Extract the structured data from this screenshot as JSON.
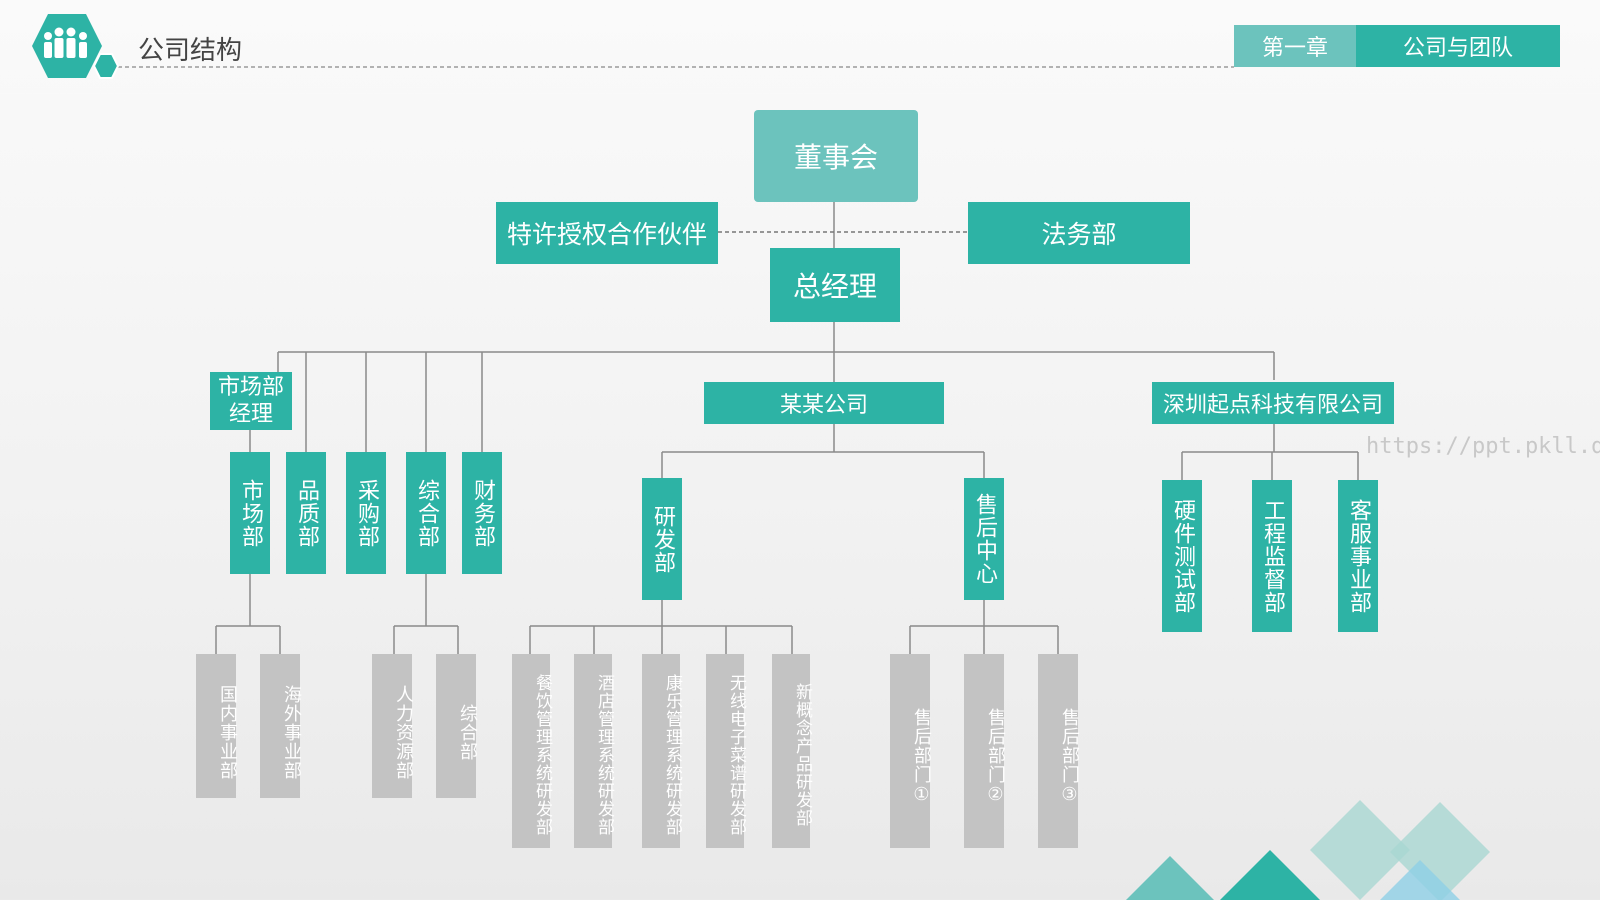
{
  "header": {
    "title": "公司结构",
    "chapter_tab": "第一章",
    "section_tab": "公司与团队"
  },
  "watermark": "https://ppt.pkll.de",
  "org": {
    "board": "董事会",
    "partner": "特许授权合作伙伴",
    "legal": "法务部",
    "gm": "总经理",
    "market_manager": "市场部经理",
    "dept_market": "市场部",
    "dept_quality": "品质部",
    "dept_purchase": "采购部",
    "dept_general": "综合部",
    "dept_finance": "财务部",
    "market_sub": [
      "国内事业部",
      "海外事业部"
    ],
    "general_sub": [
      "人力资源部",
      "综合部"
    ],
    "company_a": "某某公司",
    "rd": "研发部",
    "aftersales": "售后中心",
    "rd_sub": [
      "餐饮管理系统研发部",
      "酒店管理系统研发部",
      "康乐管理系统研发部",
      "无线电子菜谱研发部",
      "新概念产品研发部"
    ],
    "aftersales_sub": [
      "售后部门①",
      "售后部门②",
      "售后部门③"
    ],
    "company_b": "深圳起点科技有限公司",
    "company_b_sub": [
      "硬件测试部",
      "工程监督部",
      "客服事业部"
    ]
  },
  "colors": {
    "teal": "#2db3a5",
    "board": "#6cc3bd",
    "grey_box": "#c3c3c3",
    "tab_dark": "#2db3a5",
    "tab_light": "#6cc3bd"
  }
}
